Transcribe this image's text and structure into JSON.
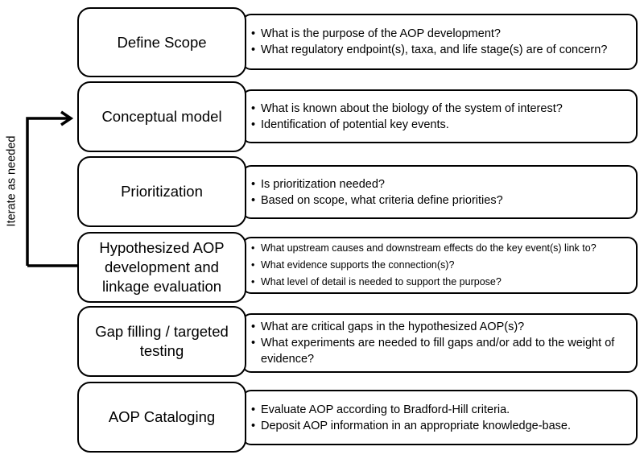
{
  "iterate_label": "Iterate as needed",
  "stages": [
    {
      "title": "Define Scope",
      "bullets": [
        "What is the purpose of the AOP development?",
        "What regulatory endpoint(s), taxa, and life stage(s) are of concern?"
      ]
    },
    {
      "title": "Conceptual model",
      "bullets": [
        "What is known about the biology of the system of interest?",
        "Identification of potential key events."
      ]
    },
    {
      "title": "Prioritization",
      "bullets": [
        "Is prioritization needed?",
        "Based on scope, what criteria define priorities?"
      ]
    },
    {
      "title": "Hypothesized AOP development and linkage evaluation",
      "bullets": [
        "What upstream causes and downstream effects do the key event(s) link to?",
        "What evidence supports the connection(s)?",
        "What level of detail is needed to support the purpose?"
      ]
    },
    {
      "title": "Gap filling / targeted testing",
      "bullets": [
        "What are critical gaps in the hypothesized AOP(s)?",
        "What experiments are needed to fill gaps and/or add to the weight of evidence?"
      ]
    },
    {
      "title": "AOP Cataloging",
      "bullets": [
        "Evaluate AOP according to Bradford-Hill criteria.",
        "Deposit AOP information in an appropriate knowledge-base."
      ]
    }
  ]
}
